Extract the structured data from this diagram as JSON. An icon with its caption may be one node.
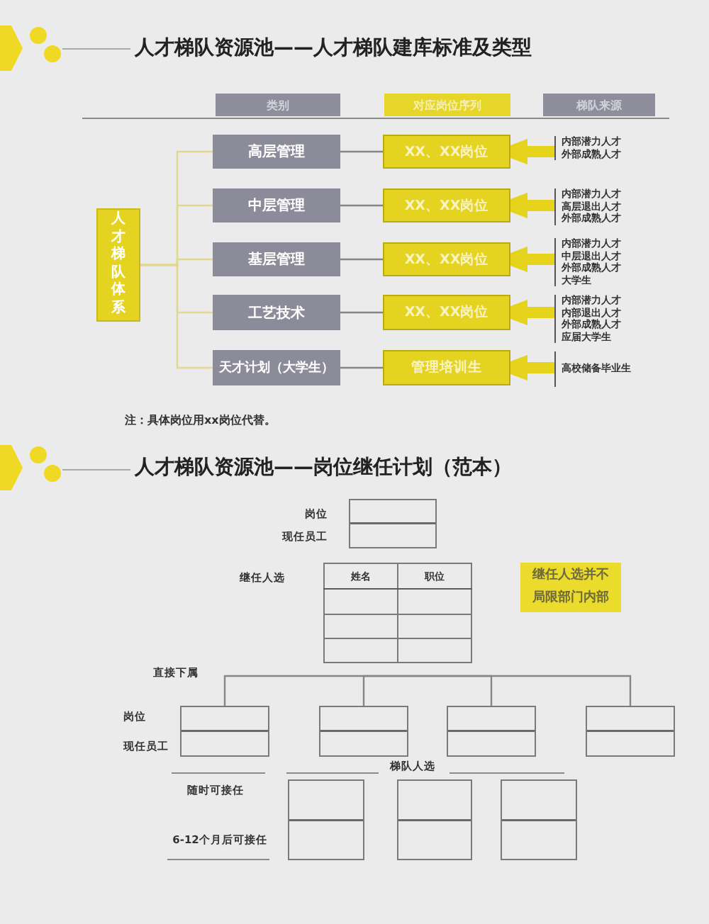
{
  "diagram": {
    "title": "人才梯队资源池——人才梯队建库标准及类型",
    "nodes": [
      {
        "text": [
          "类别"
        ]
      },
      {
        "text": [
          "对应岗位序列"
        ]
      },
      {
        "text": [
          "梯队来源"
        ]
      },
      {
        "text": [
          "人才梯队体系"
        ]
      },
      {
        "text": [
          "高层管理"
        ]
      },
      {
        "text": [
          "XX、XX岗位"
        ]
      },
      {
        "text": [
          "内部潜力人才",
          "外部成熟人才"
        ]
      },
      {
        "text": [
          "中层管理"
        ]
      },
      {
        "text": [
          "XX、XX岗位"
        ]
      },
      {
        "text": [
          "内部潜力人才",
          "高层退出人才",
          "外部成熟人才"
        ]
      },
      {
        "text": [
          "基层管理"
        ]
      },
      {
        "text": [
          "XX、XX岗位"
        ]
      },
      {
        "text": [
          "内部潜力人才",
          "中层退出人才",
          "外部成熟人才",
          "大学生"
        ]
      },
      {
        "text": [
          "工艺技术"
        ]
      },
      {
        "text": [
          "XX、XX岗位"
        ]
      },
      {
        "text": [
          "内部潜力人才",
          "内部退出人才",
          "外部成熟人才",
          "应届大学生"
        ]
      },
      {
        "text": [
          "天才计划（大学生）"
        ]
      },
      {
        "text": [
          "管理培训生"
        ]
      },
      {
        "text": [
          "高校储备毕业生"
        ]
      },
      {
        "text": [],
        "shape": "box"
      },
      {
        "text": [
          "继任人选并不局限部门内部"
        ]
      },
      {
        "text": [],
        "shape": "box"
      },
      {
        "text": [],
        "shape": "box"
      },
      {
        "text": [],
        "shape": "box"
      },
      {
        "text": [],
        "shape": "box"
      },
      {
        "text": [],
        "shape": "box"
      },
      {
        "text": [],
        "shape": "box"
      },
      {
        "text": [],
        "shape": "box"
      }
    ],
    "edges": [
      {
        "from": 3,
        "to": 4,
        "arrow": "none",
        "color": "#e2d78e"
      },
      {
        "from": 3,
        "to": 7,
        "arrow": "none",
        "color": "#e2d78e"
      },
      {
        "from": 3,
        "to": 10,
        "arrow": "none",
        "color": "#e2d78e"
      },
      {
        "from": 3,
        "to": 13,
        "arrow": "none",
        "color": "#e2d78e"
      },
      {
        "from": 3,
        "to": 16,
        "arrow": "none",
        "color": "#e2d78e"
      },
      {
        "from": 4,
        "to": 5,
        "arrow": "none"
      },
      {
        "from": 7,
        "to": 8,
        "arrow": "none"
      },
      {
        "from": 10,
        "to": 11,
        "arrow": "none"
      },
      {
        "from": 13,
        "to": 14,
        "arrow": "none"
      },
      {
        "from": 16,
        "to": 17,
        "arrow": "none"
      },
      {
        "from": 6,
        "to": 5,
        "arrow": "to",
        "style": "thick",
        "color": "#e6d31c"
      },
      {
        "from": 9,
        "to": 8,
        "arrow": "to",
        "style": "thick",
        "color": "#e6d31c"
      },
      {
        "from": 12,
        "to": 11,
        "arrow": "to",
        "style": "thick",
        "color": "#e6d31c"
      },
      {
        "from": 15,
        "to": 14,
        "arrow": "to",
        "style": "thick",
        "color": "#e6d31c"
      },
      {
        "from": 18,
        "to": 17,
        "arrow": "to",
        "style": "thick",
        "color": "#e6d31c"
      },
      {
        "from": null,
        "to": 21,
        "arrow": "none"
      },
      {
        "from": null,
        "to": 22,
        "arrow": "none"
      },
      {
        "from": null,
        "to": 23,
        "arrow": "none"
      },
      {
        "from": null,
        "to": 24,
        "arrow": "none"
      }
    ],
    "labels": [
      "注：具体岗位用xx岗位代替。",
      "人才梯队资源池——岗位继任计划（范本）",
      "岗位",
      "现任员工",
      "继任人选",
      "姓名",
      "职位",
      "直接下属",
      "岗位",
      "现任员工",
      "梯队人选",
      "随时可接任",
      "6-12个月后可接任"
    ]
  }
}
